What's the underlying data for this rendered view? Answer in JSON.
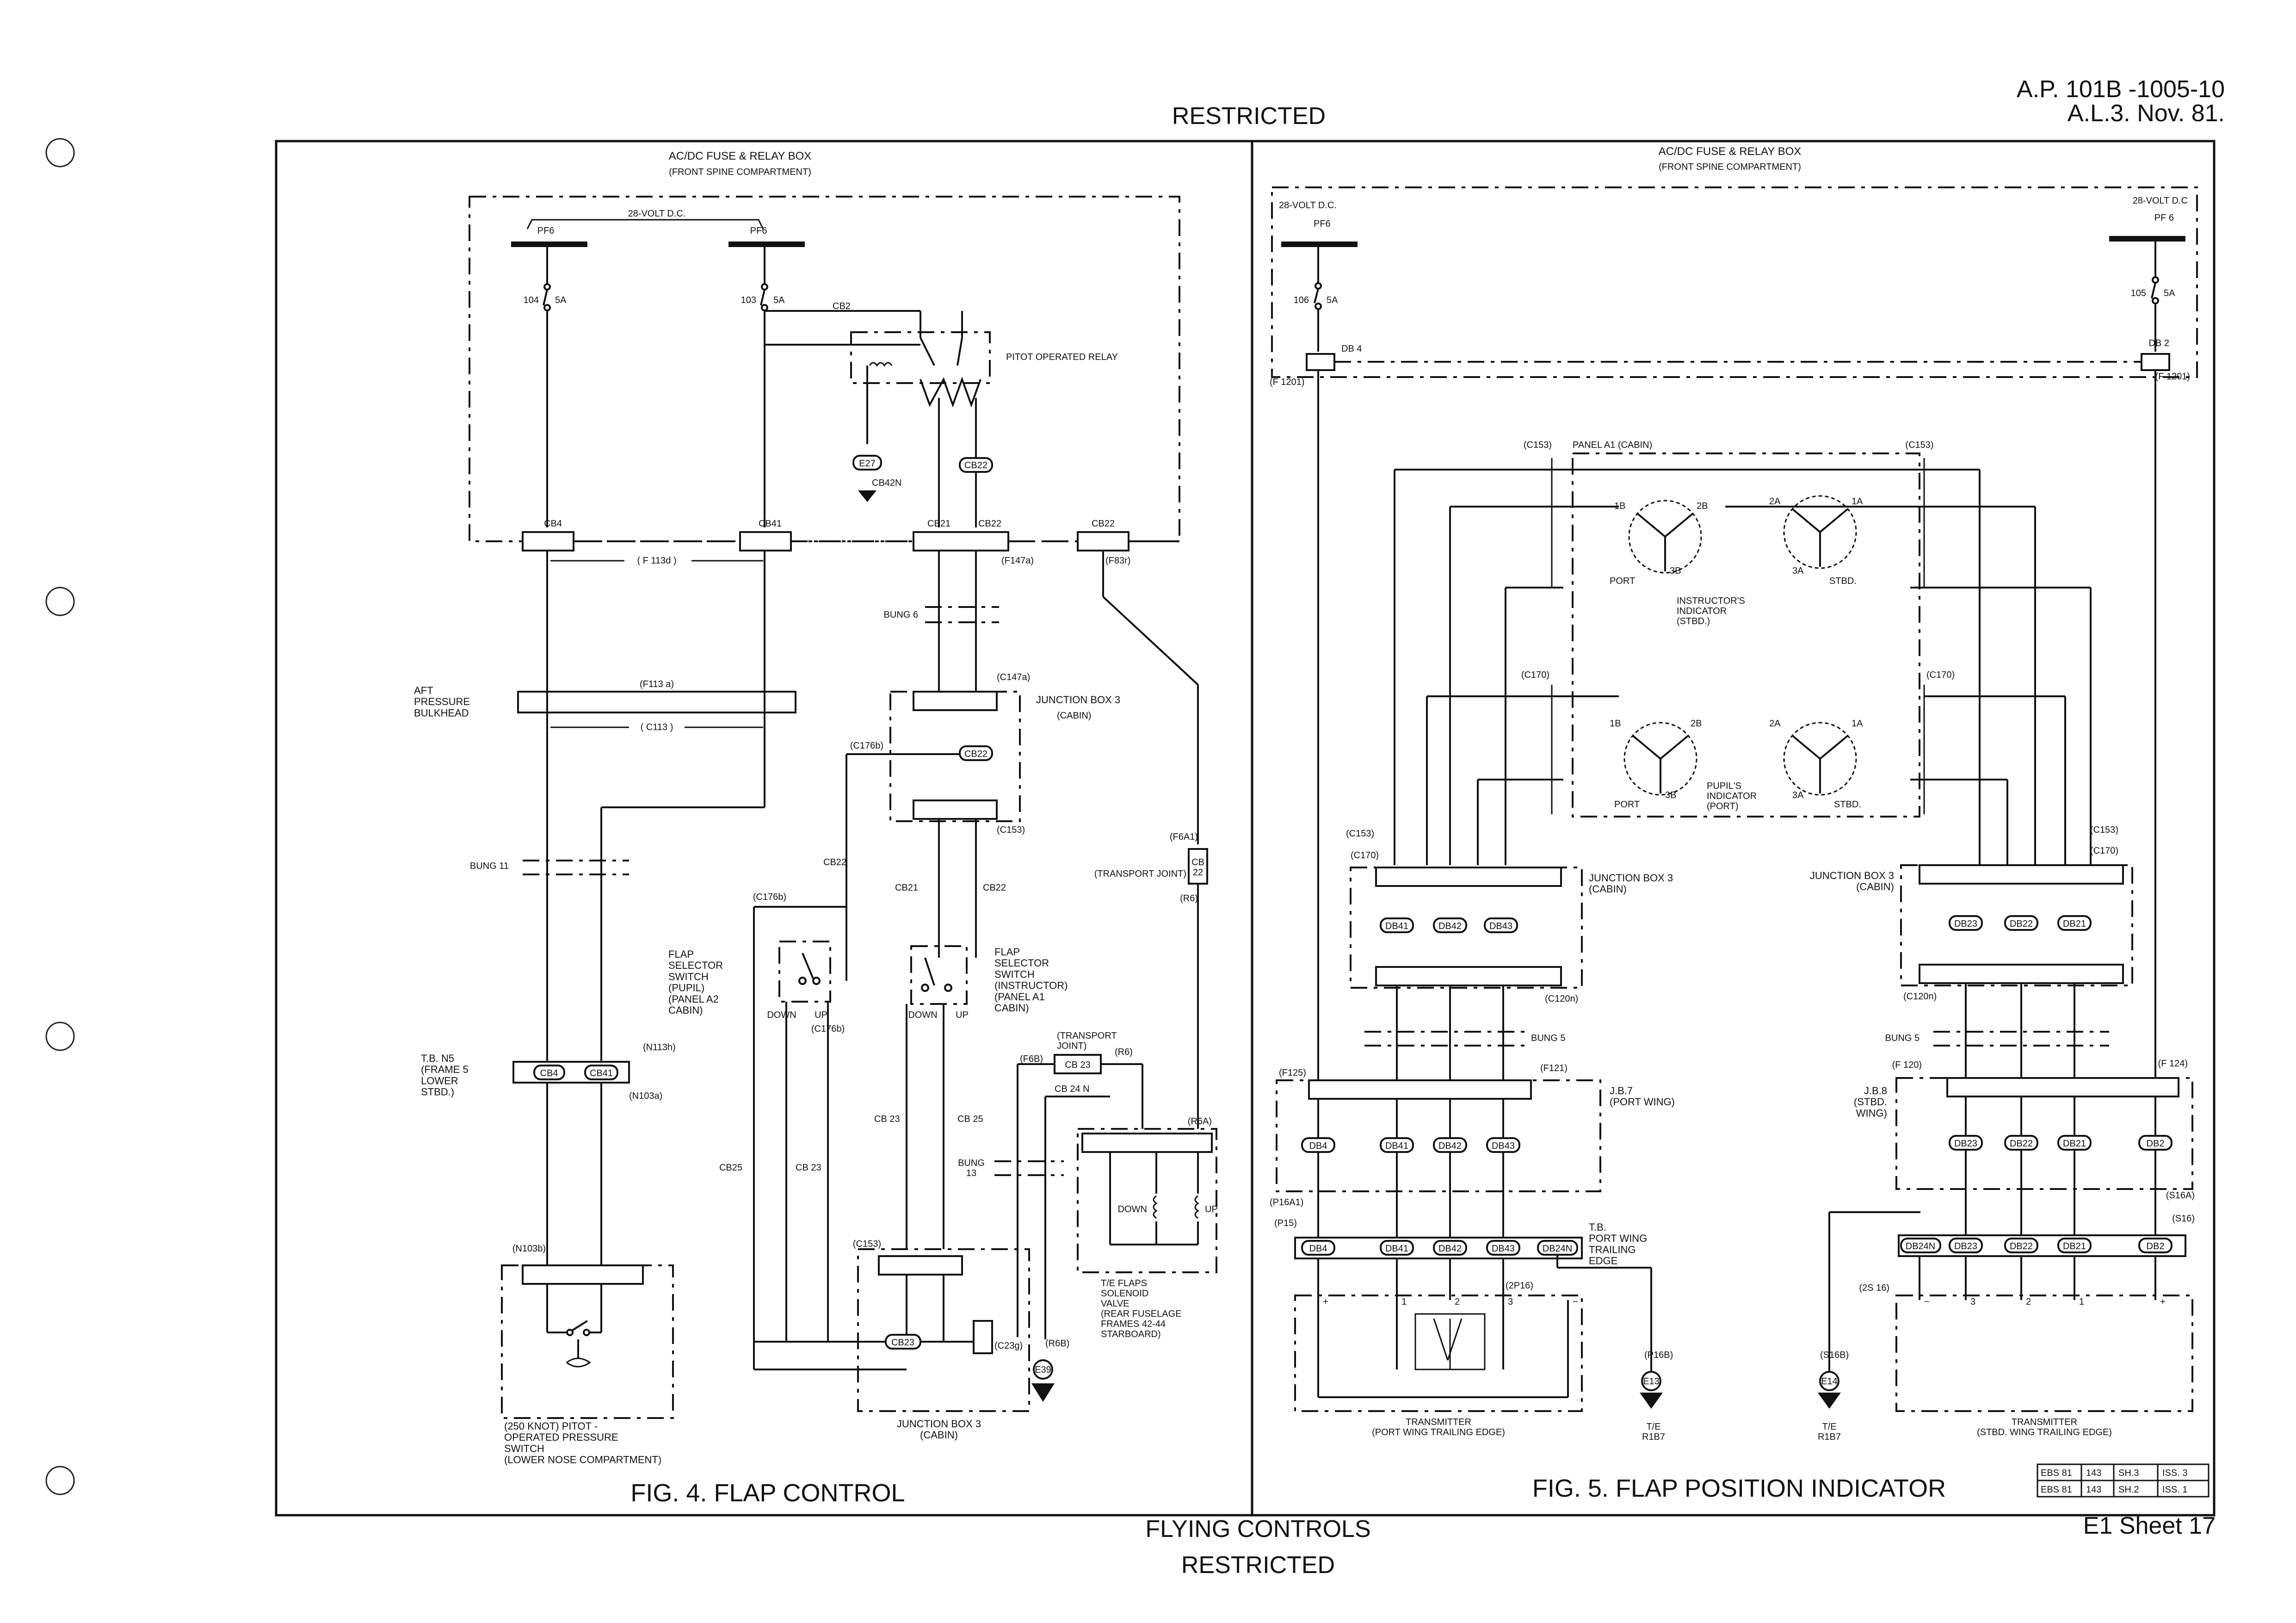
{
  "header": {
    "restricted_top": "RESTRICTED",
    "doc_ref": "A.P. 101B -1005-10",
    "amendment": "A.L.3. Nov. 81."
  },
  "footer": {
    "section": "FLYING CONTROLS",
    "restricted_bottom": "RESTRICTED",
    "sheet": "E1 Sheet 17"
  },
  "fig4": {
    "caption": "FIG. 4. FLAP CONTROL",
    "box_title": "AC/DC FUSE & RELAY BOX",
    "box_sub": "(FRONT SPINE COMPARTMENT)",
    "supply": "28-VOLT D.C.",
    "pf6_a": "PF6",
    "pf6_b": "PF6",
    "fuse_a_num": "104",
    "fuse_a_amp": "5A",
    "fuse_b_num": "103",
    "fuse_b_amp": "5A",
    "cb2": "CB2",
    "relay": "PITOT OPERATED RELAY",
    "e27": "E27",
    "cb42n": "CB42N",
    "cb22_pill": "CB22",
    "cb4": "CB4",
    "cb41": "CB41",
    "cb21": "CB21",
    "cb22": "CB22",
    "cb22_b": "CB22",
    "f113d": "( F 113d )",
    "f147a": "(F147a)",
    "f83r": "(F83r)",
    "bung6": "BUNG 6",
    "aft_bulkhead": "AFT\nPRESSURE\nBULKHEAD",
    "f113a": "(F113 a)",
    "c113": "( C113 )",
    "c147a": "(C147a)",
    "jb3_cabin": "JUNCTION BOX 3",
    "cabin": "(CABIN)",
    "c176b": "(C176b)",
    "cb22_jb": "CB22",
    "c153": "(C153)",
    "bung11": "BUNG 11",
    "cb22_lbl": "CB22",
    "cb21_lbl": "CB21",
    "cb22_lbl2": "CB22",
    "f6a1": "(F6A1)",
    "transport_joint": "(TRANSPORT JOINT)",
    "cb_22": "CB\n22",
    "r6": "(R6)",
    "c176b_b": "(C176b)",
    "flap_sel_pupil": "FLAP\nSELECTOR\nSWITCH\n(PUPIL)\n(PANEL A2\nCABIN)",
    "down": "DOWN",
    "up": "UP",
    "c176b_c": "(C176b)",
    "flap_sel_instr": "FLAP\nSELECTOR\nSWITCH\n(INSTRUCTOR)\n(PANEL A1\nCABIN)",
    "down_b": "DOWN",
    "up_b": "UP",
    "n113h": "(N113h)",
    "tb_n5": "T.B. N5\n(FRAME 5\nLOWER\nSTBD.)",
    "cb4_pill": "CB4",
    "cb41_pill": "CB41",
    "n103a": "(N103a)",
    "f6b": "(F6B)",
    "transport_joint_b": "(TRANSPORT\nJOINT)",
    "cb23": "CB 23",
    "r6_b": "(R6)",
    "cb24n": "CB 24 N",
    "cb23_lbl": "CB 23",
    "cb25_lbl": "CB 25",
    "cb25_b": "CB25",
    "cb23_b": "CB 23",
    "bung13": "BUNG\n13",
    "r6a": "(R6A)",
    "down_c": "DOWN",
    "up_c": "UP",
    "te_valve": "T/E FLAPS\nSOLENOID\nVALVE\n(REAR FUSELAGE\nFRAMES 42-44\nSTARBOARD)",
    "n103b": "(N103b)",
    "c153_b": "(C153)",
    "cb23_pill": "CB23",
    "c23g": "(C23g)",
    "r6b": "(R6B)",
    "e39": "E39",
    "jb3_bottom": "JUNCTION BOX 3\n(CABIN)",
    "pitot_switch": "(250 KNOT) PITOT -\nOPERATED PRESSURE\nSWITCH\n(LOWER NOSE COMPARTMENT)"
  },
  "fig5": {
    "caption": "FIG. 5. FLAP POSITION INDICATOR",
    "box_title": "AC/DC FUSE & RELAY BOX",
    "box_sub": "(FRONT SPINE COMPARTMENT)",
    "supply_l": "28-VOLT D.C.",
    "supply_r": "28-VOLT D.C",
    "pf6_l": "PF6",
    "pf6_r": "PF 6",
    "fuse_l_num": "106",
    "fuse_l_amp": "5A",
    "fuse_r_num": "105",
    "fuse_r_amp": "5A",
    "db4": "DB 4",
    "db2": "DB 2",
    "f1201_l": "(F 1201)",
    "f1201_r": "(F 1201)",
    "c153_l": "(C153)",
    "panel_a1": "PANEL A1 (CABIN)",
    "c153_r": "(C153)",
    "port": "PORT",
    "stbd": "STBD.",
    "instr_ind": "INSTRUCTOR'S\nINDICATOR\n(STBD.)",
    "c170_l": "(C170)",
    "c170_r": "(C170)",
    "pupil_ind": "PUPIL'S\nINDICATOR\n(PORT)",
    "port_b": "PORT",
    "stbd_b": "STBD.",
    "c153_jl": "(C153)",
    "c170_jl": "(C170)",
    "jb3_l": "JUNCTION BOX 3\n(CABIN)",
    "jb3_r": "JUNCTION BOX 3\n(CABIN)",
    "c153_jr": "(C153)",
    "c170_jr": "(C170)",
    "c120n_l": "(C120n)",
    "c120n_r": "(C120n)",
    "bung5_l": "BUNG 5",
    "bung5_r": "BUNG 5",
    "f125": "(F125)",
    "f121": "(F121)",
    "f120": "(F 120)",
    "f124": "(F 124)",
    "jb7": "J.B.7\n(PORT WING)",
    "jb8": "J.B.8\n(STBD.\nWING)",
    "p16a1": "(P16A1)",
    "p15": "(P15)",
    "s16a": "(S16A)",
    "s16": "(S16)",
    "tb_port": "T.B.\nPORT WING\nTRAILING\nEDGE",
    "p2p16": "(2P16)",
    "s2s16": "(2S 16)",
    "p16b": "(P16B)",
    "s16b": "(S16B)",
    "e13": "E13",
    "e14": "E14",
    "te_l": "T/E\nR1B7",
    "te_r": "T/E\nR1B7",
    "trans_l": "TRANSMITTER\n(PORT WING TRAILING EDGE)",
    "trans_r": "TRANSMITTER\n(STBD. WING TRAILING EDGE)",
    "rev_table": [
      [
        "EBS 81",
        "143",
        "SH.3",
        "ISS. 3"
      ],
      [
        "EBS 81",
        "143",
        "SH.2",
        "ISS. 1"
      ]
    ]
  }
}
